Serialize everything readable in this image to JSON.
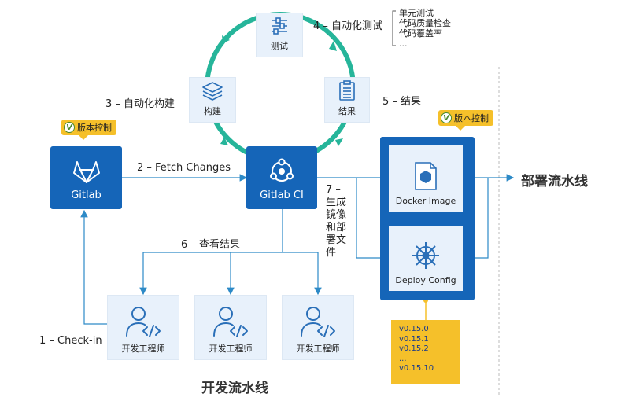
{
  "steps": {
    "test": "4 – 自动化测试",
    "build": "3 – 自动化构建",
    "result": "5 – 结果",
    "fetch": "2 – Fetch Changes",
    "view": "6 – 查看结果",
    "checkin": "1 – Check-in",
    "deploy_lines": [
      "7 –",
      "生成",
      "镜像",
      "和部",
      "署文",
      "件"
    ]
  },
  "test_items": [
    "单元测试",
    "代码质量检查",
    "代码覆盖率",
    "..."
  ],
  "cycle": {
    "test": "测试",
    "build": "构建",
    "result": "结果"
  },
  "gitlab": "Gitlab",
  "gitlab_ci": "Gitlab CI",
  "badge": "版本控制",
  "badge_icon": "V",
  "docker_image": "Docker Image",
  "deploy_config": "Deploy Config",
  "developers": [
    "开发工程师",
    "开发工程师",
    "开发工程师"
  ],
  "versions": [
    "v0.15.0",
    "v0.15.1",
    "v0.15.2",
    "...",
    "v0.15.10"
  ],
  "dev_pipeline": "开发流水线",
  "deploy_pipeline": "部署流水线",
  "colors": {
    "blue": "#1565b8",
    "teal": "#26b59a",
    "yellow": "#f5c02a",
    "line": "#2d8ac7"
  }
}
